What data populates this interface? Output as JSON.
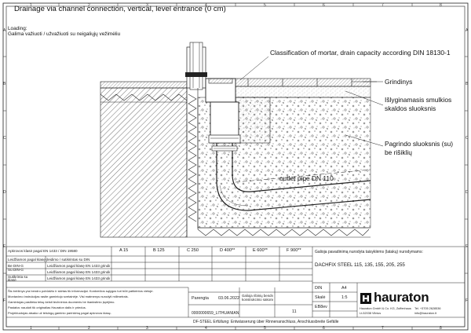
{
  "drawing": {
    "title": "Drainage via channel connection, vertical, level entrance (0 cm)",
    "loading_label": "Loading:",
    "loading_value": "Galima važiuoti / užvažiuoti su neigaliųjų vežimėliu",
    "annotations": {
      "mortar": "Classification of mortar, drain capacity according DIN 18130-1",
      "grindinys": "Grindinys",
      "islyginamasis_1": "Išlyginamasis smulkios",
      "islyginamasis_2": "skaldos sluoksnis",
      "pagrindo_1": "Pagrindo sluoksnis (su)",
      "pagrindo_2": "be rišiklių",
      "outlet": "outlet pipe DN 110"
    },
    "frame_columns": [
      "1",
      "2",
      "3",
      "4",
      "5",
      "6",
      "7",
      "8"
    ],
    "frame_rows": [
      "A",
      "B",
      "C",
      "D",
      "E",
      "F"
    ]
  },
  "title_block": {
    "standard_row": "Apkrovos klasė pagal EN 1433 / DIN 19580",
    "load_classes": [
      "A 15",
      "B 125",
      "C 250",
      "D 400**",
      "E 600**",
      "F 900**"
    ],
    "rows": [
      "Leidžiamos pagal klasę  įleidimo / sutikrintas su DIN",
      "Leidžiamos pagal klasę  EN 1433 grindinys su plokštėmis",
      "Leidžiamos pagal klasę  EN 1433 grindinys su plytelėmis",
      "Leidžiamos pagal klasę  EN 1433 grindinys su trinkelėmis"
    ],
    "small_labels": [
      "Be DIN-G",
      "Su DIN-G",
      "Sutikrinta su",
      "klasė"
    ],
    "notes": [
      "Šis brėžinys yra bendro pobūdžio ir skirtas tik informacijai. Konkrečios sąlygos turi būti patikrintos vietoje.",
      "Montavimo instrukcijas rasite gamintojo svetainėje. Visi matmenys nurodyti milimetrais.",
      "Gamintojas pasilieka teisę keisti techninius duomenis be išankstinio įspėjimo.",
      "Pastaba: naudoti tik originalias Hauraton dalis ir priedus.",
      "Projektuotojas atsako už teisingą gaminio parinkimą pagal apkrovos klasę."
    ],
    "product_label": "Galioja pavadinimą nurodyta taisyklėms (latakų) nurodymams:",
    "product_name": "DACHFIX STEEL 115, 135, 155, 205, 255",
    "date_label": "Parengta",
    "date": "03.06.2022",
    "file": "0000000659_LITHUANIAN.dwg",
    "scheme_1": "Galioja ribinių bendros",
    "scheme_2": "konstrukcinio sakonio nuoljanijei",
    "page": "11",
    "din_label": "DIN",
    "din_value": "A4",
    "scale_label": "Skalė",
    "scale_value": "1:5",
    "author_label": "EB8ev",
    "footer": "DF-STEEL Erfüllung: Entwässerung über Rinnenanschluss, Anschlussbreite Gefälle",
    "logo": "hauraton",
    "address_1": "Hauraton GmbH & Co. KG, Zuffenhauser Str. 12, 76437 Rastatt",
    "address_2": "Lt-52038 Vilnius",
    "phone": "Tel. +3705 2628536",
    "email": "info@hauraton.lt"
  }
}
